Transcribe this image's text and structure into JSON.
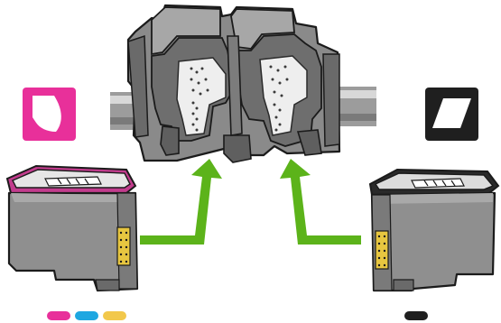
{
  "diagram": {
    "subject": "print-cartridge-carriage-installation",
    "left_cartridge": {
      "type": "tri-color",
      "slot_icon": "tri-color-cartridge-slot-icon",
      "icon_color": "#e8309a",
      "ink_dots": [
        "#e8309a",
        "#1ea7e1",
        "#f2c84b"
      ]
    },
    "right_cartridge": {
      "type": "black",
      "slot_icon": "black-cartridge-slot-icon",
      "icon_color": "#1f1f1f",
      "ink_dots": [
        "#1f1f1f"
      ]
    },
    "arrow_color": "#5cb31a",
    "carriage": "cartridge-carriage"
  }
}
